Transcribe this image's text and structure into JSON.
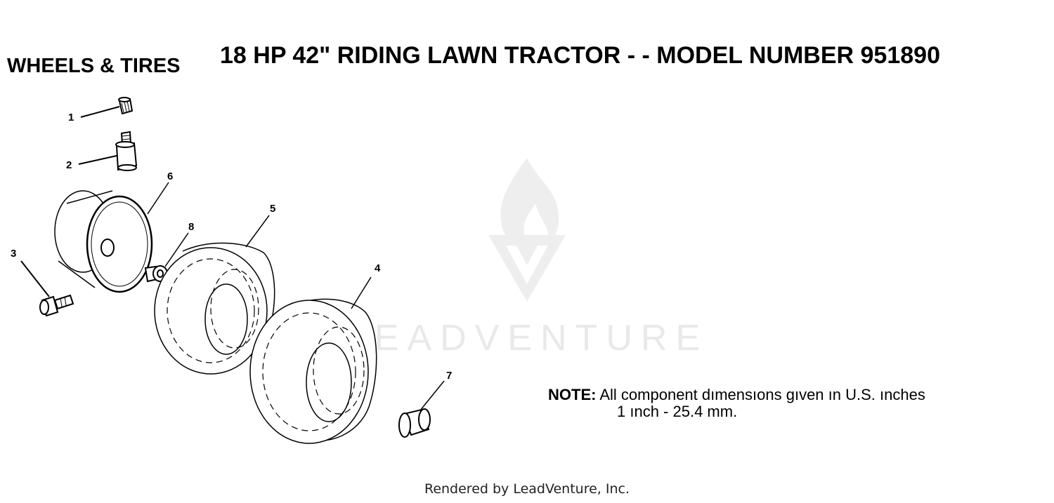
{
  "header": {
    "section_title": "WHEELS & TIRES",
    "main_title": "18 HP 42\" RIDING LAWN TRACTOR - - MODEL NUMBER 951890"
  },
  "callouts": [
    "1",
    "2",
    "3",
    "4",
    "5",
    "6",
    "7",
    "8"
  ],
  "note": {
    "label": "NOTE:",
    "line1": "All component dımensıons gıven ın U.S. ınches",
    "line2": "1 ınch - 25.4 mm."
  },
  "watermark": {
    "text": "LEADVENTURE",
    "icon": "flame-v-logo"
  },
  "footer": {
    "text": "Rendered by LeadVenture, Inc."
  },
  "colors": {
    "ink": "#000000",
    "watermark": "#ececec",
    "background": "#ffffff"
  }
}
